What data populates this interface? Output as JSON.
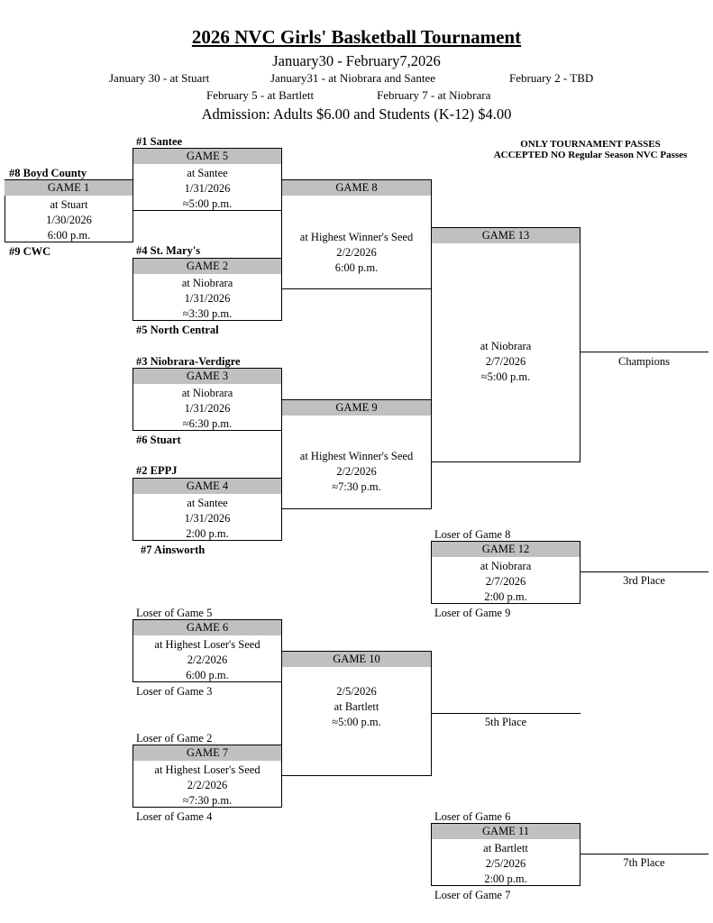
{
  "header": {
    "title": "2026 NVC Girls' Basketball Tournament",
    "date_range": "January30 - February7,2026",
    "sites": [
      "January 30 - at Stuart",
      "January31 - at Niobrara and Santee",
      "February 2 - TBD",
      "February 5 - at Bartlett",
      "February 7 - at Niobrara"
    ],
    "admission": "Admission: Adults $6.00 and Students (K-12) $4.00",
    "notice_line1": "ONLY TOURNAMENT PASSES",
    "notice_line2": "ACCEPTED NO Regular Season NVC Passes"
  },
  "teams": {
    "t1": "#1 Santee",
    "t8": "#8 Boyd County",
    "t9": "#9 CWC",
    "t4": "#4 St. Mary's",
    "t5": "#5 North Central",
    "t3": "#3 Niobrara-Verdigre",
    "t6": "#6 Stuart",
    "t2": "#2 EPPJ",
    "t7": "#7 Ainsworth"
  },
  "games": {
    "g1": {
      "label": "GAME 1",
      "site": "at Stuart",
      "date": "1/30/2026",
      "time": "6:00 p.m."
    },
    "g5": {
      "label": "GAME 5",
      "site": "at Santee",
      "date": "1/31/2026",
      "time": "≈5:00 p.m."
    },
    "g2": {
      "label": "GAME 2",
      "site": "at Niobrara",
      "date": "1/31/2026",
      "time": "≈3:30 p.m."
    },
    "g3": {
      "label": "GAME 3",
      "site": "at Niobrara",
      "date": "1/31/2026",
      "time": "≈6:30 p.m."
    },
    "g4": {
      "label": "GAME 4",
      "site": "at Santee",
      "date": "1/31/2026",
      "time": "2:00 p.m."
    },
    "g8": {
      "label": "GAME 8",
      "site": "at Highest Winner's Seed",
      "date": "2/2/2026",
      "time": "6:00 p.m."
    },
    "g9": {
      "label": "GAME 9",
      "site": "at Highest Winner's Seed",
      "date": "2/2/2026",
      "time": "≈7:30 p.m."
    },
    "g13": {
      "label": "GAME 13",
      "site": "at Niobrara",
      "date": "2/7/2026",
      "time": "≈5:00 p.m."
    },
    "g12": {
      "label": "GAME 12",
      "site": "at Niobrara",
      "date": "2/7/2026",
      "time": "2:00 p.m."
    },
    "g6": {
      "label": "GAME 6",
      "site": "at Highest Loser's Seed",
      "date": "2/2/2026",
      "time": "6:00 p.m."
    },
    "g7": {
      "label": "GAME 7",
      "site": "at Highest Loser's Seed",
      "date": "2/2/2026",
      "time": "≈7:30 p.m."
    },
    "g10": {
      "label": "GAME 10",
      "date": "2/5/2026",
      "site": "at Bartlett",
      "time": "≈5:00 p.m."
    },
    "g11": {
      "label": "GAME 11",
      "site": "at Bartlett",
      "date": "2/5/2026",
      "time": "2:00 p.m."
    }
  },
  "labels": {
    "champions": "Champions",
    "third": "3rd Place",
    "fifth": "5th Place",
    "seventh": "7th Place",
    "loser_g8": "Loser of Game 8",
    "loser_g9": "Loser of Game 9",
    "loser_g5": "Loser of Game 5",
    "loser_g3": "Loser of Game 3",
    "loser_g2": "Loser of Game 2",
    "loser_g4": "Loser of Game 4",
    "loser_g6": "Loser of Game 6",
    "loser_g7": "Loser of Game 7"
  }
}
